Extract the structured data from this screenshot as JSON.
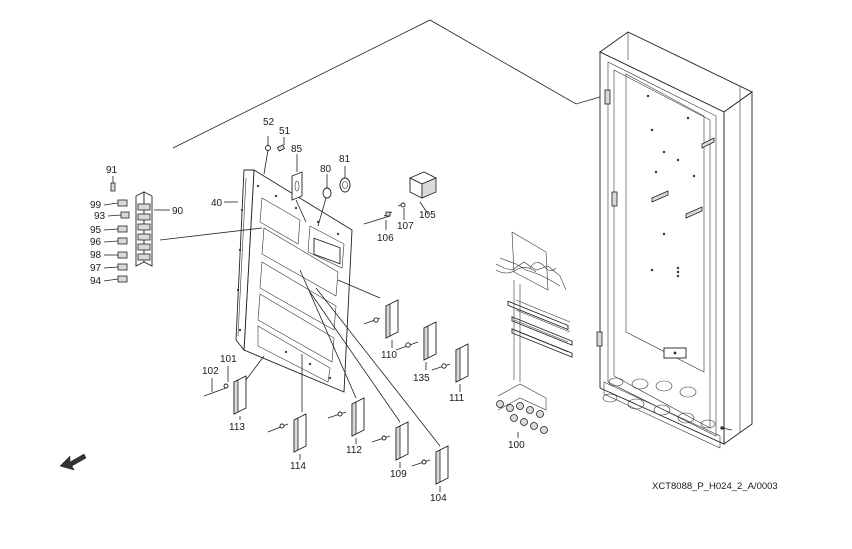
{
  "reference_code": "XCT8088_P_H024_2_A/0003",
  "callouts": {
    "c40": "40",
    "c51": "51",
    "c52": "52",
    "c80": "80",
    "c81": "81",
    "c85": "85",
    "c90": "90",
    "c91": "91",
    "c93": "93",
    "c94": "94",
    "c95": "95",
    "c96": "96",
    "c97": "97",
    "c98": "98",
    "c99": "99",
    "c100": "100",
    "c101": "101",
    "c102": "102",
    "c104": "104",
    "c105": "105",
    "c106": "106",
    "c107": "107",
    "c109": "109",
    "c110": "110",
    "c111": "111",
    "c112": "112",
    "c113": "113",
    "c114": "114",
    "c135": "135"
  },
  "icons": {
    "direction_arrow": "front-direction-arrow-icon"
  }
}
